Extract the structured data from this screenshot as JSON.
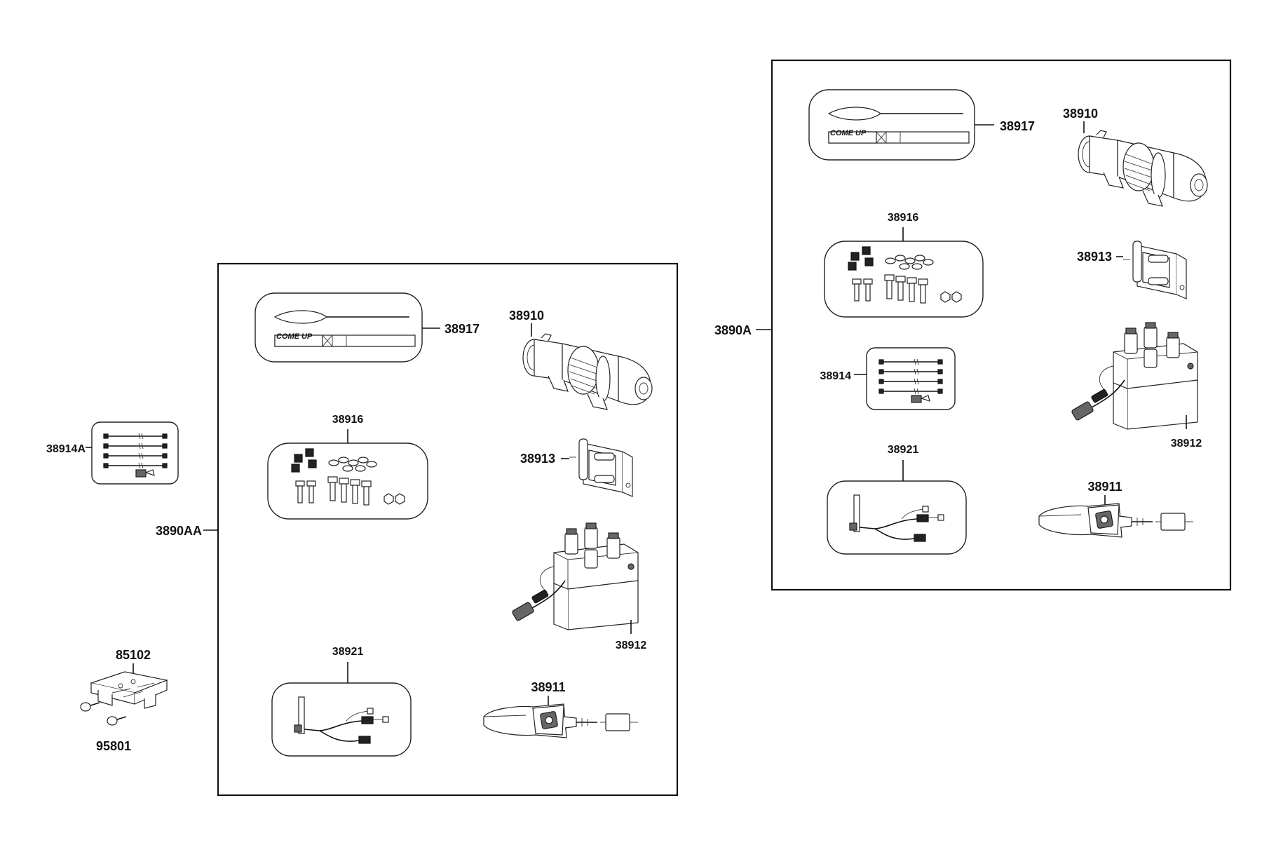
{
  "assemblies": [
    {
      "id": "3890AA",
      "callout": "3890AA",
      "parts": {
        "strap": "38917",
        "winch": "38910",
        "hardware": "38916",
        "fairlead": "38913",
        "contactor": "38912",
        "harness": "38921",
        "remote": "38911"
      }
    },
    {
      "id": "3890A",
      "callout": "3890A",
      "parts": {
        "strap": "38917",
        "winch": "38910",
        "hardware": "38916",
        "fairlead": "38913",
        "cables": "38914",
        "contactor": "38912",
        "harness": "38921",
        "remote": "38911"
      }
    }
  ],
  "loose_parts": {
    "cables": "38914A",
    "plate": "85102",
    "bolt": "95801"
  },
  "strap_text": "COME UP"
}
